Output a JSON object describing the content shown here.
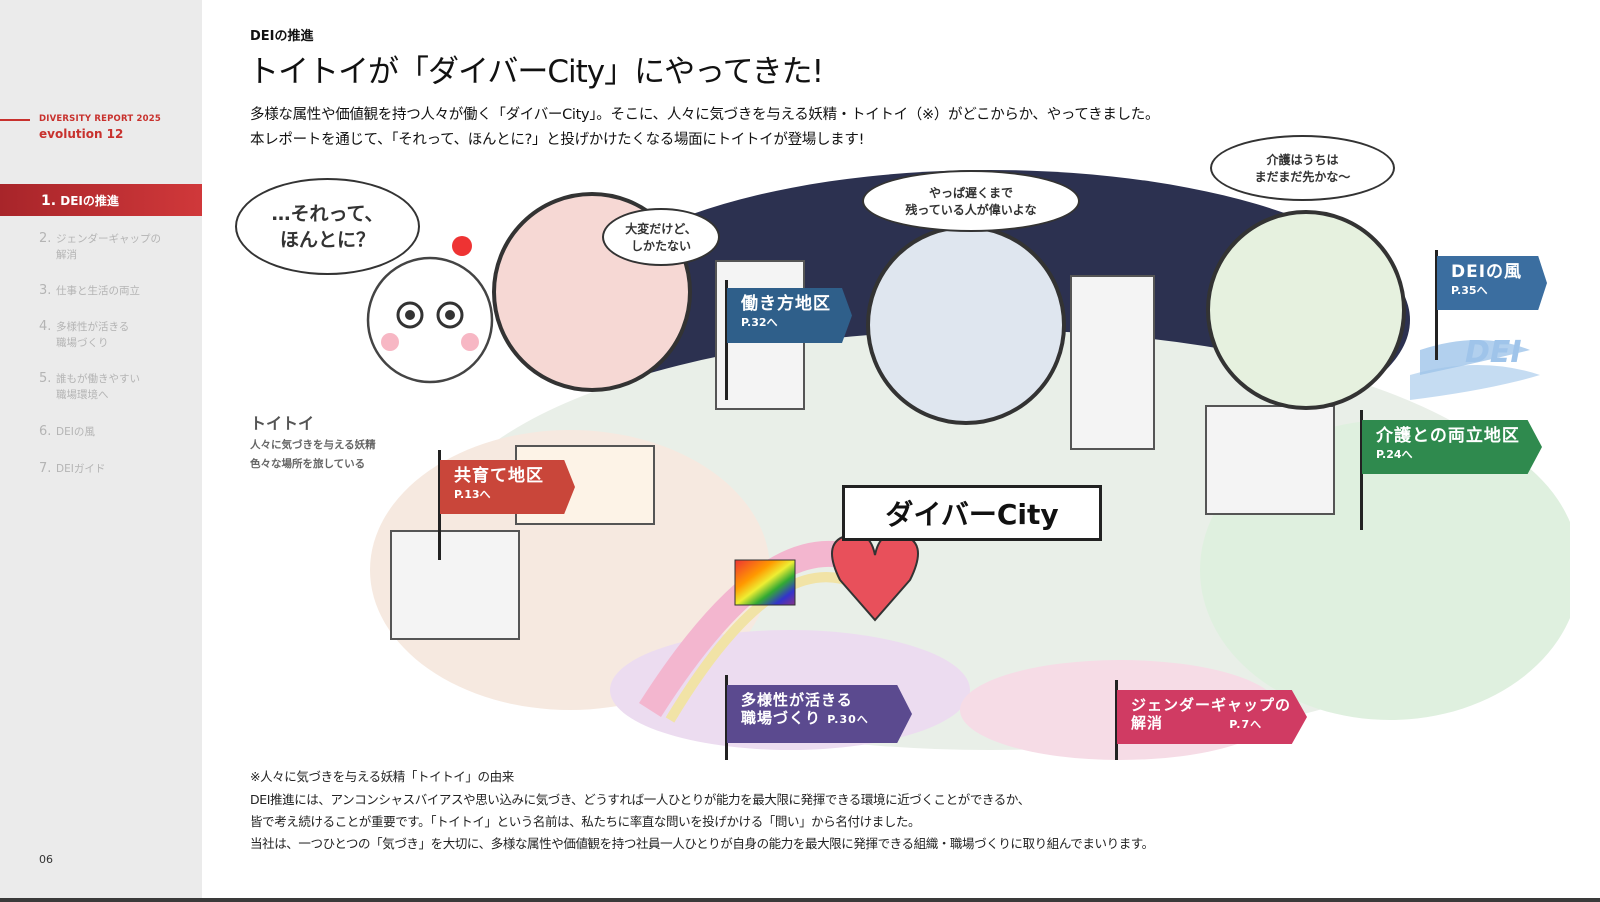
{
  "sidebar": {
    "brand": "DIVERSITY REPORT 2025",
    "edition": "evolution 12",
    "items": [
      {
        "num": "1.",
        "label": "DEIの推進",
        "active": true
      },
      {
        "num": "2.",
        "label": "ジェンダーギャップの",
        "label2": "解消"
      },
      {
        "num": "3.",
        "label": "仕事と生活の両立"
      },
      {
        "num": "4.",
        "label": "多様性が活きる",
        "label2": "職場づくり"
      },
      {
        "num": "5.",
        "label": "誰もが働きやすい",
        "label2": "職場環境へ"
      },
      {
        "num": "6.",
        "label": "DEIの風"
      },
      {
        "num": "7.",
        "label": "DEIガイド"
      }
    ],
    "page_number": "06"
  },
  "header": {
    "section": "DEIの推進",
    "title": "トイトイが「ダイバーCity」にやってきた!",
    "intro": [
      "多様な属性や価値観を持つ人々が働く「ダイバーCity」。そこに、人々に気づきを与える妖精・トイトイ（※）がどこからか、やってきました。",
      "本レポートを通じて、「それって、ほんとに?」と投げかけたくなる場面にトイトイが登場します!"
    ]
  },
  "illustration": {
    "city_name": "ダイバーCity",
    "character": {
      "name": "トイトイ",
      "desc1": "人々に気づきを与える妖精",
      "desc2": "色々な場所を旅している",
      "bubble": "…それって、\nほんとに？"
    },
    "bubbles": [
      "大変だけど、\nしかたない",
      "やっぱ遅くまで\n残っている人が偉いよな",
      "介護はうちは\nまだまだ先かな～"
    ],
    "signs": [
      {
        "title": "働き方地区",
        "page": "P.32へ",
        "color": "#2f5f8a"
      },
      {
        "title": "共育て地区",
        "page": "P.13へ",
        "color": "#c9463a"
      },
      {
        "title": "多様性が活きる",
        "title2": "職場づくり",
        "page": "P.30へ",
        "color": "#5b4a8f"
      },
      {
        "title": "ジェンダーギャップの",
        "title2": "解消",
        "page": "P.7へ",
        "color": "#d03b63"
      },
      {
        "title": "介護との両立地区",
        "page": "P.24へ",
        "color": "#2f8a4e"
      },
      {
        "title": "DEIの風",
        "page": "P.35へ",
        "color": "#3b6ea0"
      }
    ],
    "wind_logo": "DEI"
  },
  "footnote": {
    "heading": "※人々に気づきを与える妖精「トイトイ」の由来",
    "lines": [
      "DEI推進には、アンコンシャスバイアスや思い込みに気づき、どうすれば一人ひとりが能力を最大限に発揮できる環境に近づくことができるか、",
      "皆で考え続けることが重要です。「トイトイ」という名前は、私たちに率直な問いを投げかける「問い」から名付けました。",
      "当社は、一つひとつの「気づき」を大切に、多様な属性や価値観を持つ社員一人ひとりが自身の能力を最大限に発揮できる組織・職場づくりに取り組んでまいります。"
    ]
  },
  "colors": {
    "accent": "#c8312d",
    "sidebar_bg": "#ebebeb"
  }
}
